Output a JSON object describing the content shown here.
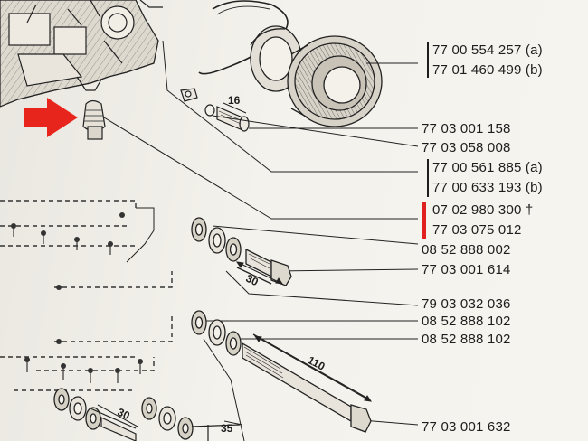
{
  "diagram": {
    "accent_colors": {
      "arrow": "#e8251d",
      "highlight_bar": "#e02020"
    },
    "part_numbers": [
      {
        "id": "p1",
        "text": "77 00 554 257 (a)"
      },
      {
        "id": "p2",
        "text": "77 01 460 499 (b)"
      },
      {
        "id": "p3",
        "text": "77 03 001 158"
      },
      {
        "id": "p4",
        "text": "77 03 058 008"
      },
      {
        "id": "p5",
        "text": "77 00 561 885 (a)"
      },
      {
        "id": "p6",
        "text": "77 00 633 193 (b)"
      },
      {
        "id": "p7",
        "text": "07 02 980 300 †"
      },
      {
        "id": "p8",
        "text": "77 03 075 012"
      },
      {
        "id": "p9",
        "text": "08 52 888 002"
      },
      {
        "id": "p10",
        "text": "77 03 001 614"
      },
      {
        "id": "p11",
        "text": "79 03 032 036"
      },
      {
        "id": "p12",
        "text": "08 52 888 102"
      },
      {
        "id": "p13",
        "text": "08 52 888 102"
      },
      {
        "id": "p14",
        "text": "77 03 001 632"
      }
    ],
    "dimensions": [
      {
        "id": "d16",
        "text": "16"
      },
      {
        "id": "d30a",
        "text": "30"
      },
      {
        "id": "d110",
        "text": "110"
      },
      {
        "id": "d30b",
        "text": "30"
      },
      {
        "id": "d35",
        "text": "35"
      }
    ]
  }
}
